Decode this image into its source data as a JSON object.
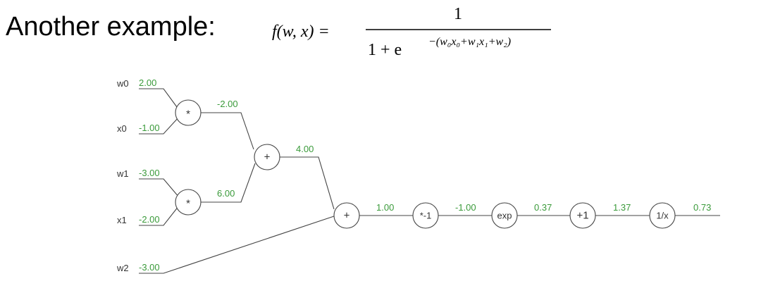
{
  "title": "Another example:",
  "formula": {
    "lhs": "f(w, x) =",
    "numerator": "1",
    "denominator_base": "1 + e",
    "exponent": "−(w₀x₀+w₁x₁+w₂)"
  },
  "colors": {
    "value": "#3a9a3a",
    "line": "#444444"
  },
  "inputs": [
    {
      "name": "w0",
      "value": "2.00"
    },
    {
      "name": "x0",
      "value": "-1.00"
    },
    {
      "name": "w1",
      "value": "-3.00"
    },
    {
      "name": "x1",
      "value": "-2.00"
    },
    {
      "name": "w2",
      "value": "-3.00"
    }
  ],
  "operations": [
    {
      "op": "*",
      "output": "-2.00"
    },
    {
      "op": "*",
      "output": "6.00"
    },
    {
      "op": "+",
      "output": "4.00"
    },
    {
      "op": "+",
      "output": "1.00"
    },
    {
      "op": "*-1",
      "output": "-1.00"
    },
    {
      "op": "exp",
      "output": "0.37"
    },
    {
      "op": "+1",
      "output": "1.37"
    },
    {
      "op": "1/x",
      "output": "0.73"
    }
  ]
}
